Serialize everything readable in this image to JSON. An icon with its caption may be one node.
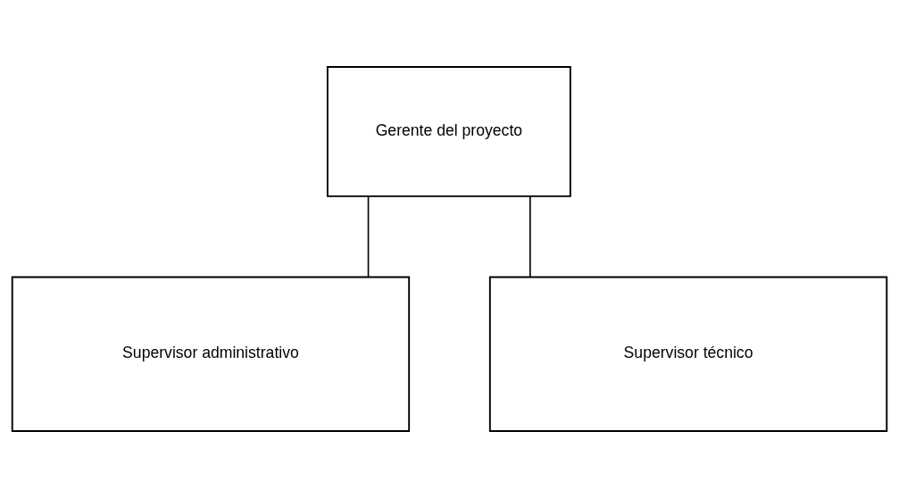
{
  "diagram": {
    "nodes": [
      {
        "text": [
          "Gerente del proyecto"
        ]
      },
      {
        "text": [
          "Supervisor administrativo"
        ]
      },
      {
        "text": [
          "Supervisor técnico"
        ]
      }
    ],
    "edges": [
      {
        "from": 0,
        "to": 1,
        "arrow": "none"
      },
      {
        "from": 0,
        "to": 2,
        "arrow": "none"
      }
    ]
  }
}
